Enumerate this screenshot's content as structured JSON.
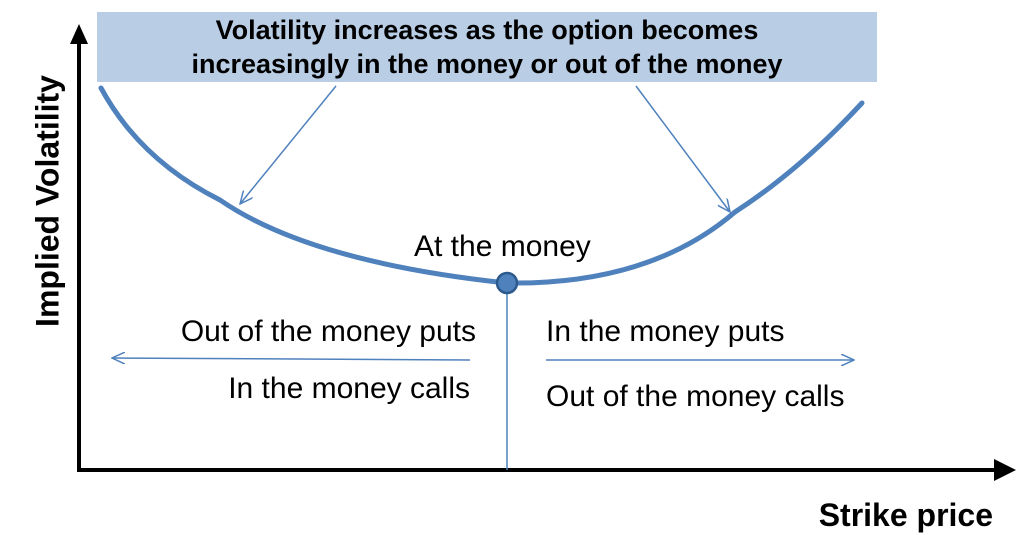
{
  "banner": {
    "line1": "Volatility increases as the option becomes",
    "line2": "increasingly in the money or out of the money"
  },
  "axes": {
    "y_title": "Implied Volatility",
    "x_title": "Strike price"
  },
  "labels": {
    "at_the_money": "At the money",
    "left_top": "Out of the money puts",
    "left_bottom": "In the money calls",
    "right_top": "In the money puts",
    "right_bottom": "Out of the money calls"
  },
  "colors": {
    "curve": "#4f81bd",
    "banner_fill": "#b9cde5",
    "axis": "#000000",
    "marker_fill": "#4f81bd",
    "marker_stroke": "#2c5a8c"
  }
}
